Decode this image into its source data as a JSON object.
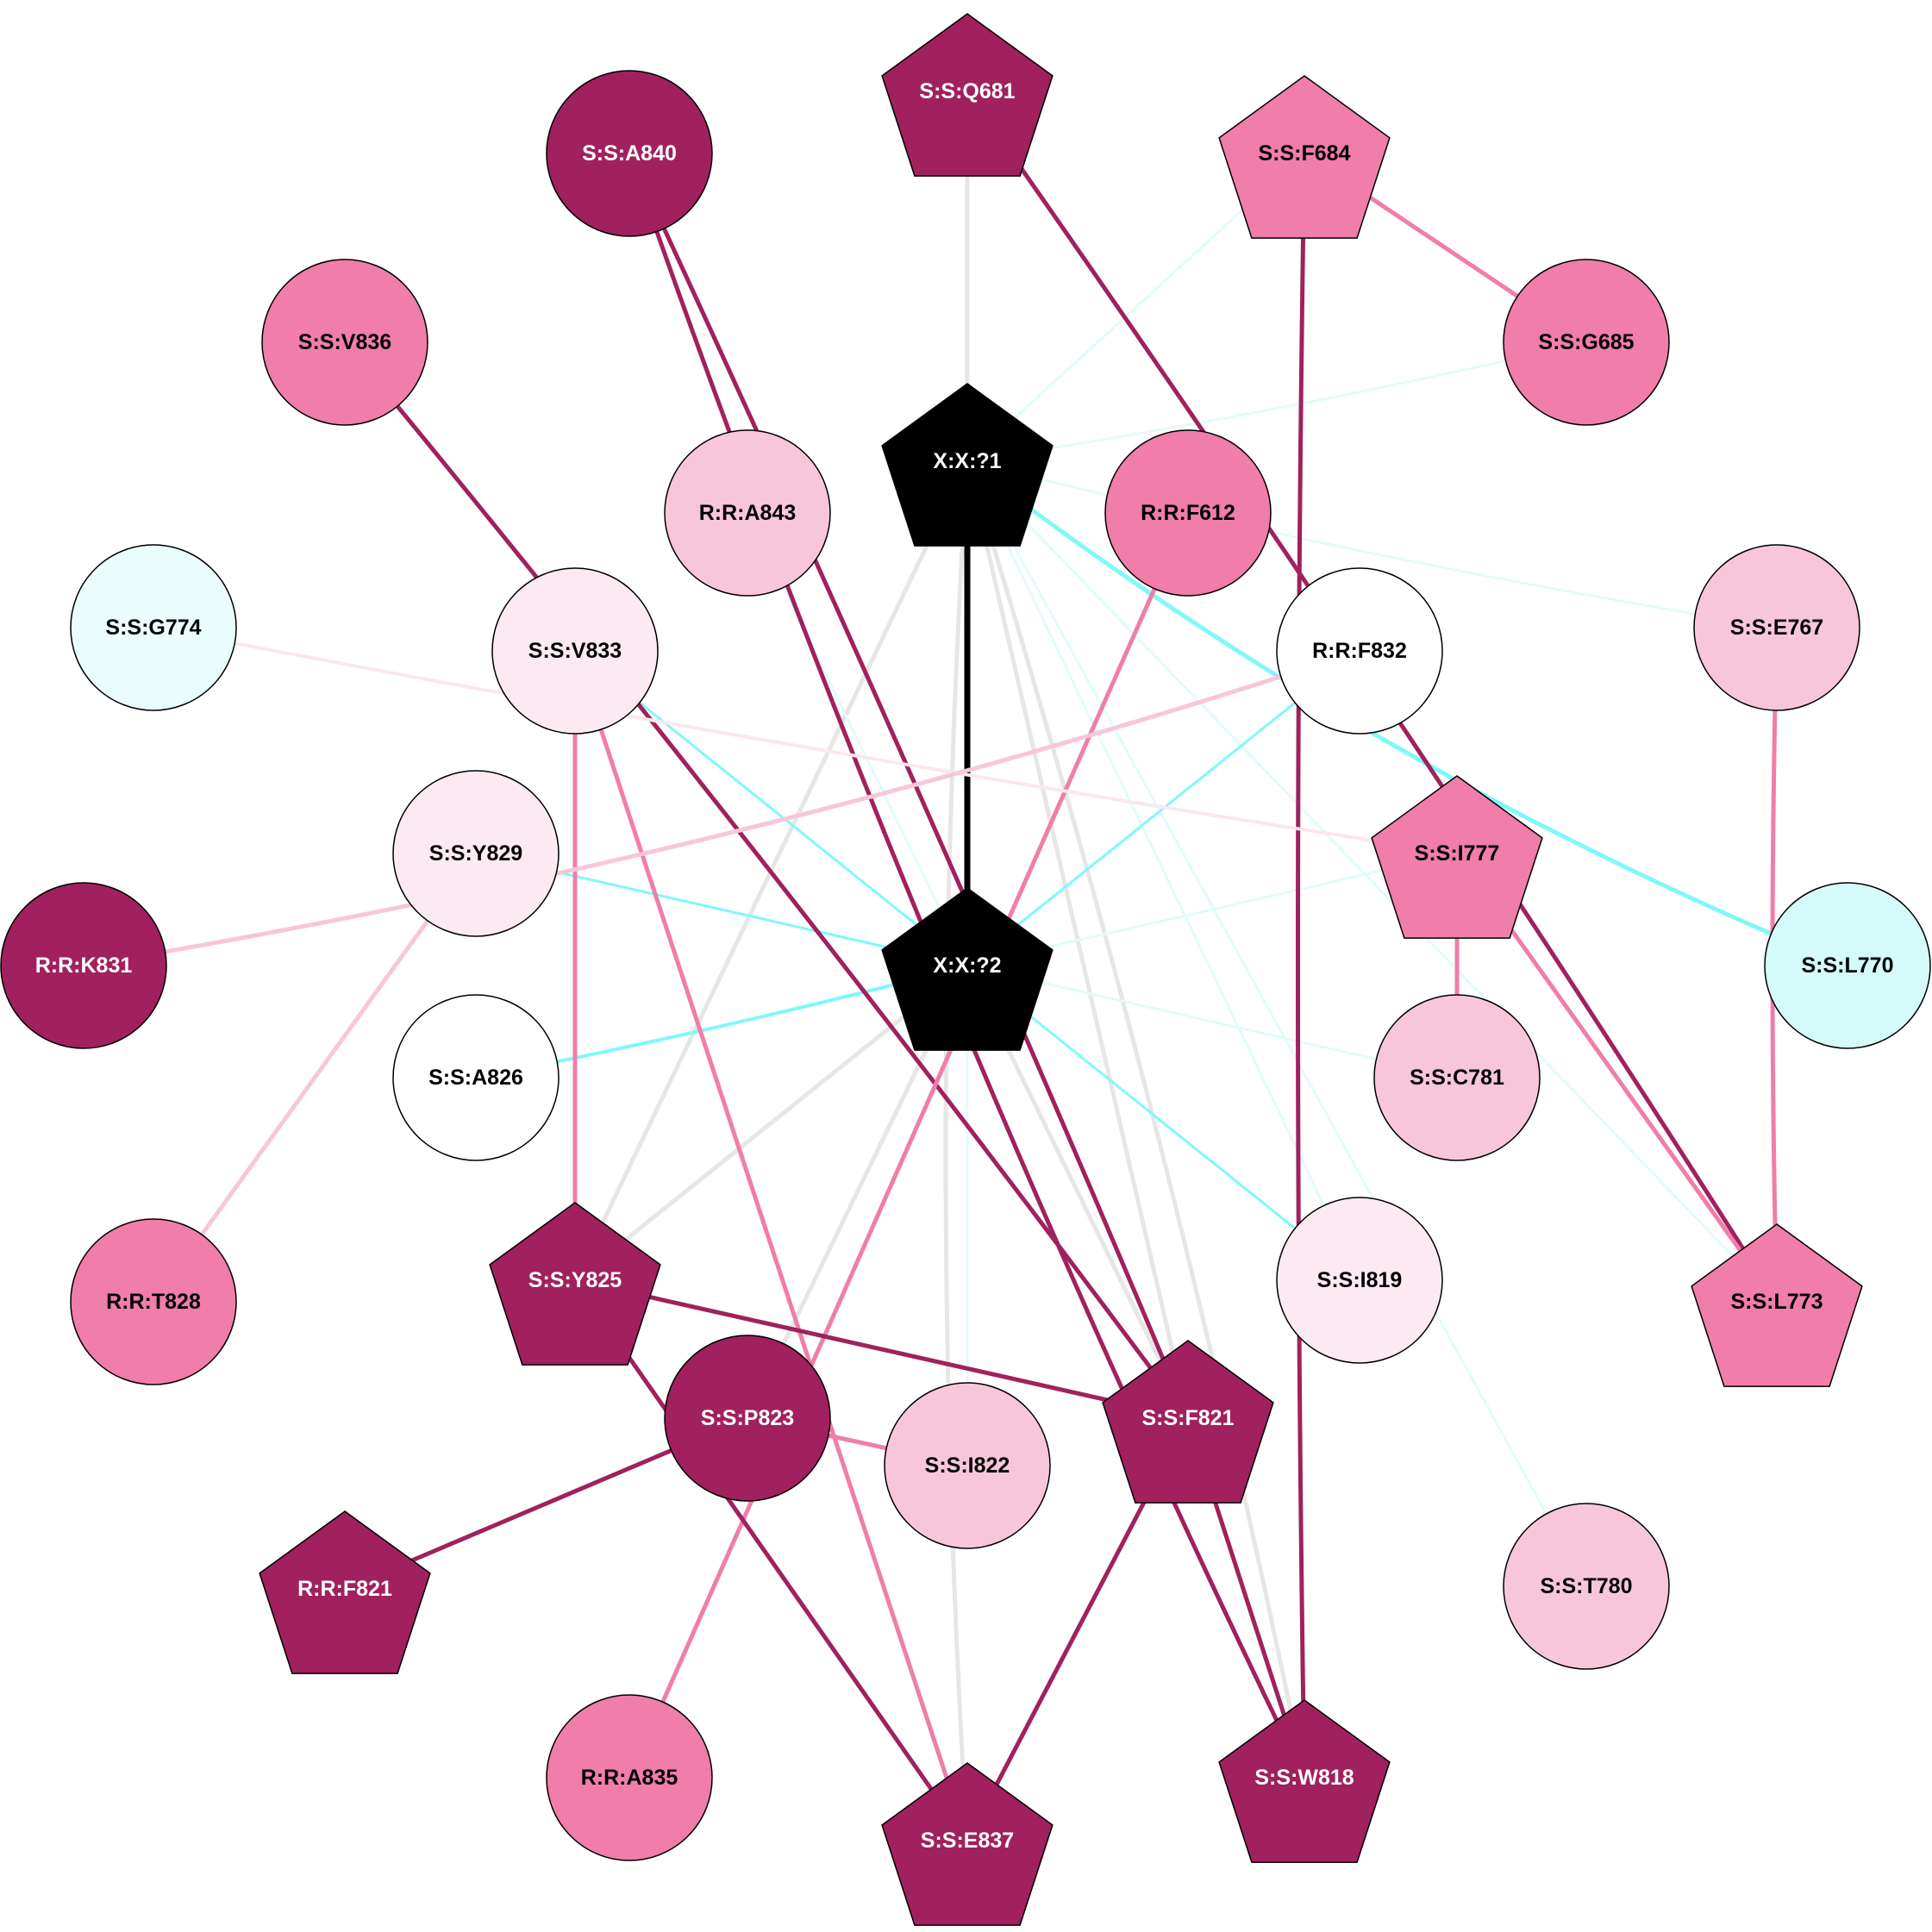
{
  "colors": {
    "dark": "#a0215e",
    "pink": "#f07daa",
    "light_pink": "#f8c6da",
    "pale_pink": "#fbeaf2",
    "white": "#ffffff",
    "pale_cyan": "#eafcfc",
    "cyan_fill": "#d4fafa",
    "black": "#000000",
    "edge_gray": "#e6e6e6",
    "edge_cyan": "#80f8f8",
    "edge_pale_cyan": "#e2fbfb",
    "edge_pale_pink": "#fbe7ef"
  },
  "nodes": [
    {
      "id": "S:S:Q681",
      "shape": "pentagon",
      "fill": "dark",
      "text": "light"
    },
    {
      "id": "S:S:A840",
      "shape": "circle",
      "fill": "dark",
      "text": "light"
    },
    {
      "id": "S:S:F684",
      "shape": "pentagon",
      "fill": "pink",
      "text": "dark"
    },
    {
      "id": "S:S:V836",
      "shape": "circle",
      "fill": "pink",
      "text": "dark"
    },
    {
      "id": "S:S:G685",
      "shape": "circle",
      "fill": "pink",
      "text": "dark"
    },
    {
      "id": "X:X:?1",
      "shape": "pentagon",
      "fill": "black",
      "text": "light"
    },
    {
      "id": "R:R:A843",
      "shape": "circle",
      "fill": "light_pink",
      "text": "dark"
    },
    {
      "id": "R:R:F612",
      "shape": "circle",
      "fill": "pink",
      "text": "dark"
    },
    {
      "id": "S:S:G774",
      "shape": "circle",
      "fill": "pale_cyan",
      "text": "dark"
    },
    {
      "id": "S:S:V833",
      "shape": "circle",
      "fill": "pale_pink",
      "text": "dark"
    },
    {
      "id": "R:R:F832",
      "shape": "circle",
      "fill": "white",
      "text": "dark"
    },
    {
      "id": "S:S:E767",
      "shape": "circle",
      "fill": "light_pink",
      "text": "dark"
    },
    {
      "id": "S:S:Y829",
      "shape": "circle",
      "fill": "pale_pink",
      "text": "dark"
    },
    {
      "id": "S:S:I777",
      "shape": "pentagon",
      "fill": "pink",
      "text": "dark"
    },
    {
      "id": "R:R:K831",
      "shape": "circle",
      "fill": "dark",
      "text": "light"
    },
    {
      "id": "X:X:?2",
      "shape": "pentagon",
      "fill": "black",
      "text": "light"
    },
    {
      "id": "S:S:L770",
      "shape": "circle",
      "fill": "cyan_fill",
      "text": "dark"
    },
    {
      "id": "S:S:A826",
      "shape": "circle",
      "fill": "white",
      "text": "dark"
    },
    {
      "id": "S:S:C781",
      "shape": "circle",
      "fill": "light_pink",
      "text": "dark"
    },
    {
      "id": "S:S:Y825",
      "shape": "pentagon",
      "fill": "dark",
      "text": "light"
    },
    {
      "id": "S:S:I819",
      "shape": "circle",
      "fill": "pale_pink",
      "text": "dark"
    },
    {
      "id": "R:R:T828",
      "shape": "circle",
      "fill": "pink",
      "text": "dark"
    },
    {
      "id": "S:S:L773",
      "shape": "pentagon",
      "fill": "pink",
      "text": "dark"
    },
    {
      "id": "S:S:P823",
      "shape": "circle",
      "fill": "dark",
      "text": "light"
    },
    {
      "id": "S:S:F821",
      "shape": "pentagon",
      "fill": "dark",
      "text": "light"
    },
    {
      "id": "S:S:I822",
      "shape": "circle",
      "fill": "light_pink",
      "text": "dark"
    },
    {
      "id": "R:R:F821",
      "shape": "pentagon",
      "fill": "dark",
      "text": "light"
    },
    {
      "id": "S:S:T780",
      "shape": "circle",
      "fill": "light_pink",
      "text": "dark"
    },
    {
      "id": "R:R:A835",
      "shape": "circle",
      "fill": "pink",
      "text": "dark"
    },
    {
      "id": "S:S:W818",
      "shape": "pentagon",
      "fill": "dark",
      "text": "light"
    },
    {
      "id": "S:S:E837",
      "shape": "pentagon",
      "fill": "dark",
      "text": "light"
    }
  ],
  "edges": [
    {
      "source": "X:X:?1",
      "target": "X:X:?2",
      "color": "black",
      "width": 7
    },
    {
      "source": "X:X:?1",
      "target": "S:S:Q681",
      "color": "edge_gray",
      "width": 5
    },
    {
      "source": "X:X:?1",
      "target": "S:S:Y825",
      "color": "edge_gray",
      "width": 5
    },
    {
      "source": "X:X:?1",
      "target": "S:S:F821",
      "color": "edge_gray",
      "width": 5
    },
    {
      "source": "X:X:?1",
      "target": "S:S:W818",
      "color": "edge_gray",
      "width": 5
    },
    {
      "source": "X:X:?1",
      "target": "S:S:E837",
      "color": "edge_gray",
      "width": 5
    },
    {
      "source": "X:X:?1",
      "target": "S:S:F684",
      "color": "edge_pale_cyan",
      "width": 3
    },
    {
      "source": "X:X:?1",
      "target": "S:S:G685",
      "color": "edge_pale_cyan",
      "width": 3
    },
    {
      "source": "X:X:?1",
      "target": "S:S:E767",
      "color": "edge_pale_cyan",
      "width": 3
    },
    {
      "source": "X:X:?1",
      "target": "S:S:L770",
      "color": "edge_cyan",
      "width": 5
    },
    {
      "source": "X:X:?1",
      "target": "S:S:L773",
      "color": "edge_pale_cyan",
      "width": 3
    },
    {
      "source": "X:X:?1",
      "target": "S:S:T780",
      "color": "edge_pale_cyan",
      "width": 3
    },
    {
      "source": "X:X:?1",
      "target": "S:S:I819",
      "color": "edge_pale_cyan",
      "width": 3
    },
    {
      "source": "X:X:?2",
      "target": "S:S:Y825",
      "color": "edge_gray",
      "width": 5
    },
    {
      "source": "X:X:?2",
      "target": "S:S:P823",
      "color": "edge_gray",
      "width": 5
    },
    {
      "source": "X:X:?2",
      "target": "S:S:F821",
      "color": "edge_gray",
      "width": 5
    },
    {
      "source": "X:X:?2",
      "target": "S:S:I822",
      "color": "edge_pale_cyan",
      "width": 3
    },
    {
      "source": "X:X:?2",
      "target": "S:S:A826",
      "color": "edge_cyan",
      "width": 4
    },
    {
      "source": "X:X:?2",
      "target": "S:S:Y829",
      "color": "edge_cyan",
      "width": 3
    },
    {
      "source": "X:X:?2",
      "target": "S:S:V833",
      "color": "edge_cyan",
      "width": 3
    },
    {
      "source": "X:X:?2",
      "target": "R:R:A843",
      "color": "edge_pale_cyan",
      "width": 3
    },
    {
      "source": "X:X:?2",
      "target": "R:R:F832",
      "color": "edge_cyan",
      "width": 3
    },
    {
      "source": "X:X:?2",
      "target": "S:S:I777",
      "color": "edge_pale_cyan",
      "width": 3
    },
    {
      "source": "X:X:?2",
      "target": "S:S:C781",
      "color": "edge_pale_cyan",
      "width": 3
    },
    {
      "source": "X:X:?2",
      "target": "S:S:I819",
      "color": "edge_cyan",
      "width": 3
    },
    {
      "source": "S:S:Q681",
      "target": "S:S:L773",
      "color": "dark",
      "width": 5
    },
    {
      "source": "S:S:A840",
      "target": "S:S:F821",
      "color": "dark",
      "width": 5
    },
    {
      "source": "S:S:A840",
      "target": "S:S:W818",
      "color": "dark",
      "width": 5
    },
    {
      "source": "S:S:F684",
      "target": "S:S:G685",
      "color": "pink",
      "width": 5
    },
    {
      "source": "S:S:F684",
      "target": "S:S:W818",
      "color": "dark",
      "width": 5
    },
    {
      "source": "S:S:V836",
      "target": "S:S:F821",
      "color": "dark",
      "width": 5
    },
    {
      "source": "R:R:F612",
      "target": "R:R:A835",
      "color": "pink",
      "width": 5
    },
    {
      "source": "S:S:G774",
      "target": "S:S:I777",
      "color": "edge_pale_pink",
      "width": 4
    },
    {
      "source": "S:S:V833",
      "target": "S:S:Y825",
      "color": "pink",
      "width": 5
    },
    {
      "source": "S:S:V833",
      "target": "S:S:E837",
      "color": "pink",
      "width": 5
    },
    {
      "source": "R:R:F832",
      "target": "R:R:K831",
      "color": "light_pink",
      "width": 5
    },
    {
      "source": "S:S:E767",
      "target": "S:S:L773",
      "color": "pink",
      "width": 5
    },
    {
      "source": "S:S:Y829",
      "target": "R:R:T828",
      "color": "light_pink",
      "width": 5
    },
    {
      "source": "S:S:I777",
      "target": "S:S:C781",
      "color": "pink",
      "width": 5
    },
    {
      "source": "S:S:I777",
      "target": "S:S:L773",
      "color": "pink",
      "width": 5
    },
    {
      "source": "S:S:Y825",
      "target": "S:S:F821",
      "color": "dark",
      "width": 5
    },
    {
      "source": "S:S:Y825",
      "target": "S:S:E837",
      "color": "dark",
      "width": 5
    },
    {
      "source": "S:S:P823",
      "target": "R:R:F821",
      "color": "dark",
      "width": 5
    },
    {
      "source": "S:S:P823",
      "target": "S:S:I822",
      "color": "pink",
      "width": 5
    },
    {
      "source": "S:S:F821",
      "target": "S:S:W818",
      "color": "dark",
      "width": 5
    },
    {
      "source": "S:S:F821",
      "target": "S:S:E837",
      "color": "dark",
      "width": 5
    }
  ]
}
